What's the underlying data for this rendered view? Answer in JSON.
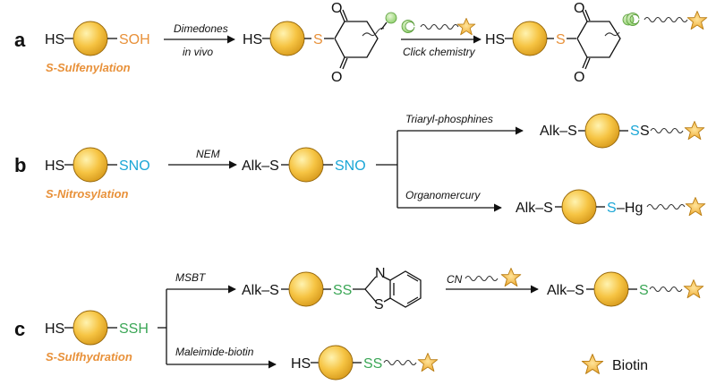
{
  "colors": {
    "sulfenyl": "#e8913a",
    "nitrosyl": "#1aa6d6",
    "sulfhydr": "#3aa655",
    "sphere": "#f6c443",
    "star": "#f2b233",
    "probe": "#b8df9a"
  },
  "panel_a": {
    "label": "a",
    "hs": "HS",
    "soh": "SOH",
    "mod_name": "S-Sulfenylation",
    "reagent_top": "Dimedones",
    "reagent_bottom": "in vivo",
    "s": "S",
    "click": "Click chemistry",
    "ketone_o": "O"
  },
  "panel_b": {
    "label": "b",
    "hs": "HS",
    "sno": "SNO",
    "mod_name": "S-Nitrosylation",
    "reagent": "NEM",
    "alk_s": "Alk–S",
    "upper_reagent": "Triaryl-phosphines",
    "lower_reagent": "Organomercury",
    "ss_s1": "S",
    "ss_s2": "S",
    "s_hg_s": "S",
    "s_hg_hg": "–Hg"
  },
  "panel_c": {
    "label": "c",
    "hs": "HS",
    "ssh": "SSH",
    "mod_name": "S-Sulfhydration",
    "upper_reagent": "MSBT",
    "lower_reagent": "Maleimide-biotin",
    "alk_s": "Alk–S",
    "ss": "SS",
    "benz_n": "N",
    "benz_s": "S",
    "cn": "CN",
    "s": "S"
  },
  "legend": {
    "label": "Biotin"
  }
}
